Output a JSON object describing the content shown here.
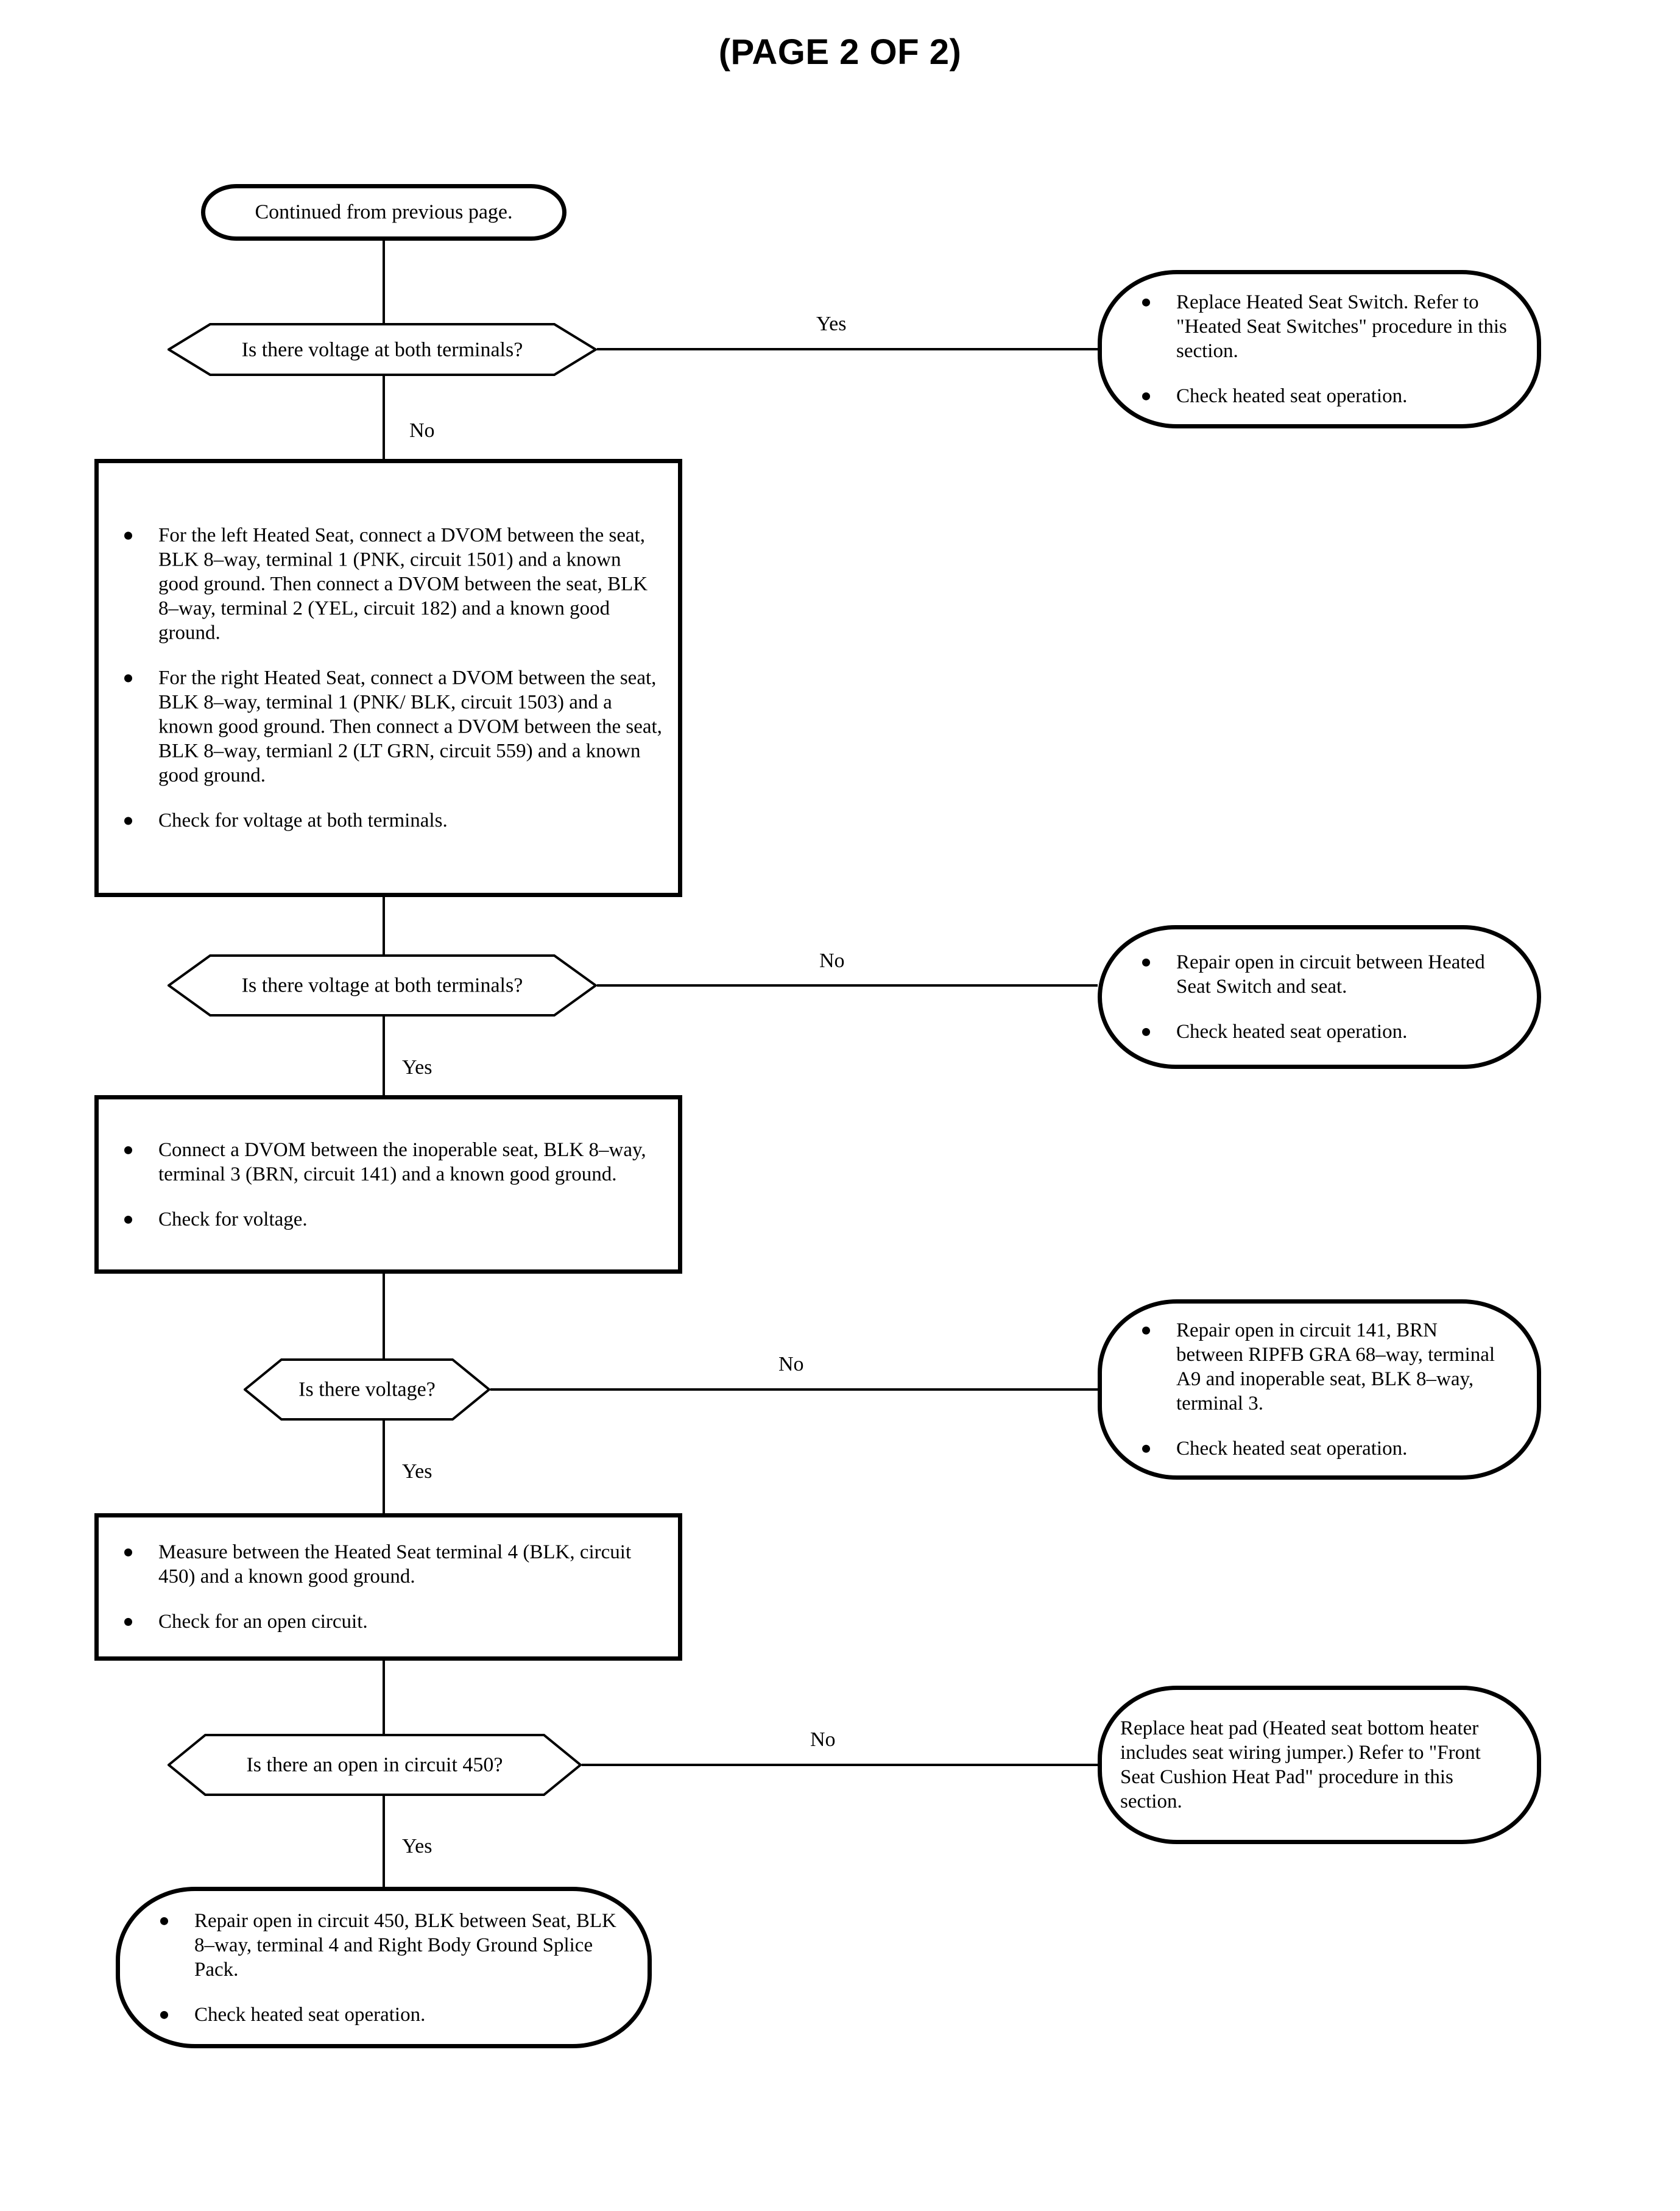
{
  "document": {
    "title": "(PAGE 2 OF 2)"
  },
  "flowchart": {
    "type": "troubleshooting-flowchart",
    "subject": "Heated Seat electrical diagnosis",
    "nodes": [
      {
        "id": "start",
        "shape": "terminal",
        "text": "Continued from previous page."
      },
      {
        "id": "decision1",
        "shape": "decision",
        "text": "Is there voltage at both terminals?"
      },
      {
        "id": "result1",
        "shape": "terminal",
        "bullets": [
          "Replace Heated Seat Switch. Refer to \"Heated Seat Switches\" procedure in this section.",
          "Check heated seat operation."
        ]
      },
      {
        "id": "process1",
        "shape": "process",
        "bullets": [
          "For the left Heated Seat, connect a DVOM between the seat, BLK 8–way, terminal 1 (PNK, circuit 1501) and a known good ground. Then connect a DVOM between the seat, BLK 8–way, terminal 2 (YEL, circuit 182) and a known good ground.",
          "For the right Heated Seat, connect a DVOM between the seat, BLK 8–way, terminal 1 (PNK/ BLK, circuit 1503) and a known good ground. Then connect a DVOM between the seat, BLK 8–way, termianl 2 (LT GRN, circuit 559) and a known good ground.",
          "Check for voltage at both terminals."
        ]
      },
      {
        "id": "decision2",
        "shape": "decision",
        "text": "Is there voltage at both terminals?"
      },
      {
        "id": "result2",
        "shape": "terminal",
        "bullets": [
          "Repair open in circuit between Heated Seat Switch and seat.",
          "Check heated seat operation."
        ]
      },
      {
        "id": "process2",
        "shape": "process",
        "bullets": [
          "Connect a DVOM between the inoperable seat, BLK 8–way, terminal 3 (BRN, circuit 141) and a known good ground.",
          "Check for voltage."
        ]
      },
      {
        "id": "decision3",
        "shape": "decision",
        "text": "Is there voltage?"
      },
      {
        "id": "result3",
        "shape": "terminal",
        "bullets": [
          "Repair open in circuit 141, BRN between RIPFB GRA 68–way, terminal A9 and inoperable seat, BLK 8–way, terminal 3.",
          "Check heated seat operation."
        ]
      },
      {
        "id": "process3",
        "shape": "process",
        "bullets": [
          "Measure between the Heated Seat terminal 4 (BLK, circuit 450) and a known good ground.",
          "Check for an open circuit."
        ]
      },
      {
        "id": "decision4",
        "shape": "decision",
        "text": "Is there an open in circuit 450?"
      },
      {
        "id": "result4",
        "shape": "terminal",
        "text": "Replace heat pad (Heated seat bottom heater includes seat wiring jumper.) Refer to \"Front Seat Cushion Heat Pad\" procedure in this section."
      },
      {
        "id": "result5",
        "shape": "terminal",
        "bullets": [
          "Repair open in circuit 450, BLK between Seat, BLK 8–way, terminal 4 and Right Body Ground Splice Pack.",
          "Check heated seat operation."
        ]
      }
    ],
    "edge_labels": {
      "d1_yes": "Yes",
      "d1_no": "No",
      "d2_no": "No",
      "d2_yes": "Yes",
      "d3_no": "No",
      "d3_yes": "Yes",
      "d4_no": "No",
      "d4_yes": "Yes"
    },
    "colors": {
      "stroke": "#000000",
      "fill": "#ffffff",
      "text": "#000000"
    }
  }
}
